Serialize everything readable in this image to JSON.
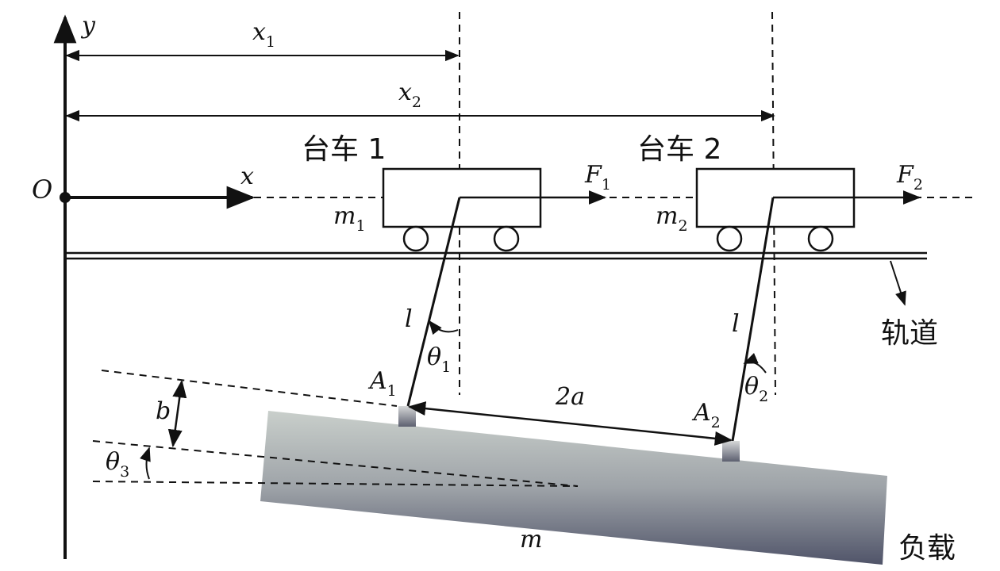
{
  "axes": {
    "y": "y",
    "x": "x",
    "origin": "O"
  },
  "dimensions": {
    "x1": {
      "main": "x",
      "sub": "1"
    },
    "x2": {
      "main": "x",
      "sub": "2"
    },
    "a": "2a",
    "b": "b"
  },
  "cart1": {
    "label": "台车 1",
    "mass": {
      "main": "m",
      "sub": "1"
    },
    "force": {
      "main": "F",
      "sub": "1"
    }
  },
  "cart2": {
    "label": "台车 2",
    "mass": {
      "main": "m",
      "sub": "2"
    },
    "force": {
      "main": "F",
      "sub": "2"
    }
  },
  "cable1": {
    "length": "l",
    "angle": {
      "main": "θ",
      "sub": "1"
    },
    "point": {
      "main": "A",
      "sub": "1"
    }
  },
  "cable2": {
    "length": "l",
    "angle": {
      "main": "θ",
      "sub": "2"
    },
    "point": {
      "main": "A",
      "sub": "2"
    }
  },
  "theta3": {
    "main": "θ",
    "sub": "3"
  },
  "track_label": "轨道",
  "load": {
    "label": "负载",
    "mass": "m"
  }
}
